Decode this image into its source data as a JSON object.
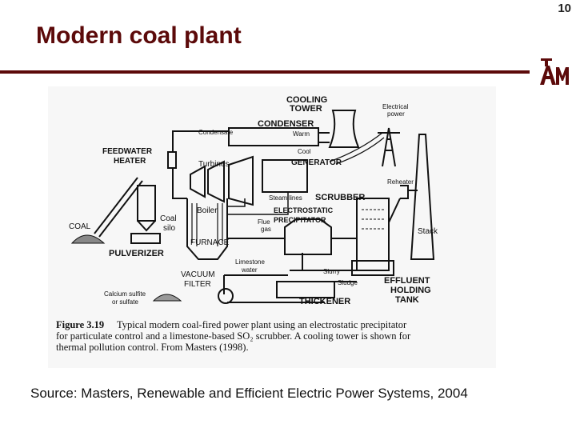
{
  "slide": {
    "number": "10",
    "title": "Modern coal plant",
    "logo_text": "ATM"
  },
  "diagram": {
    "labels": {
      "cooling_tower_1": "COOLING",
      "cooling_tower_2": "TOWER",
      "electrical_power_1": "Electrical",
      "electrical_power_2": "power",
      "condensate": "Condensate",
      "condenser": "CONDENSER",
      "warm": "Warm",
      "cool": "Cool",
      "feedwater_heater_1": "FEEDWATER",
      "feedwater_heater_2": "HEATER",
      "turbines": "Turbines",
      "generator": "GENERATOR",
      "reheater": "Reheater",
      "steam_lines": "Steam lines",
      "scrubber": "SCRUBBER",
      "boiler": "Boiler",
      "electrostatic_1": "ELECTROSTATIC",
      "electrostatic_2": "PRECIPITATOR",
      "coal_silo_1": "Coal",
      "coal_silo_2": "silo",
      "coal": "COAL",
      "flue_gas_1": "Flue",
      "flue_gas_2": "gas",
      "furnace": "FURNACE",
      "stack": "Stack",
      "pulverizer": "PULVERIZER",
      "limestone_water_1": "Limestone",
      "limestone_water_2": "water",
      "slurry": "Slurry",
      "vacuum_filter_1": "VACUUM",
      "vacuum_filter_2": "FILTER",
      "sludge": "Sludge",
      "effluent_1": "EFFLUENT",
      "effluent_2": "HOLDING",
      "effluent_3": "TANK",
      "calcium_1": "Calcium sulfite",
      "calcium_2": "or sulfate",
      "thickener": "THICKENER"
    },
    "caption": {
      "figure_number": "Figure 3.19",
      "line1": "Typical modern coal-fired power plant using an electrostatic precipitator",
      "line2": "for particulate control and a limestone-based SO₂ scrubber. A cooling tower is shown for",
      "line3": "thermal pollution control. From Masters (1998)."
    }
  },
  "source": "Source: Masters, Renewable and Efficient Electric Power Systems, 2004"
}
